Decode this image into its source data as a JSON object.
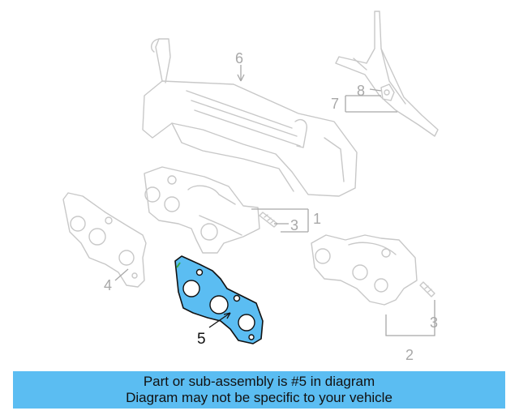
{
  "diagram": {
    "highlight_color": "#5bbdf2",
    "callouts": {
      "c1": "1",
      "c2": "2",
      "c3a": "3",
      "c3b": "3",
      "c4": "4",
      "c5": "5",
      "c6": "6",
      "c7": "7",
      "c8": "8"
    },
    "highlighted_part": "5"
  },
  "banner": {
    "line1": "Part or sub-assembly is #5 in diagram",
    "line2": "Diagram may not be specific to your vehicle",
    "background": "#5bbdf2"
  }
}
